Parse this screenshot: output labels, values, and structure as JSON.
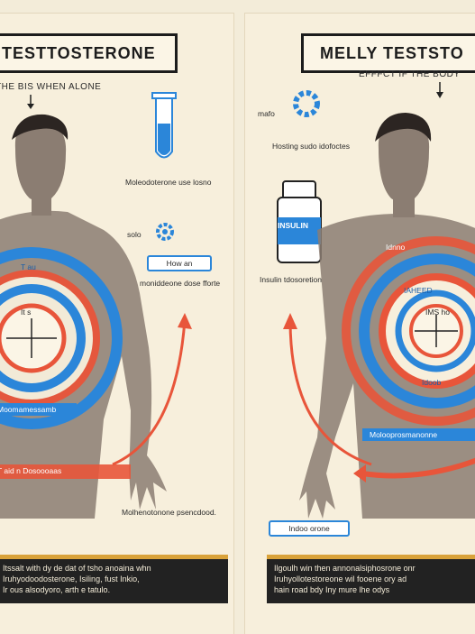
{
  "left": {
    "title": "TESTTOSTERONE",
    "subtitle": "THE BIS WHEN ALONE",
    "vial_caption": "Moleodoterone use losno",
    "gear_label": "solo",
    "pill_label": "How an",
    "side_caption": "moniddeone dose fforte",
    "ring_top": "T au",
    "ring_center": "It s",
    "ring_lower": "Moomamessamb",
    "ring_band": "T aid n Dosoooaas",
    "bottom_caption": "Molhenotonone psencdood.",
    "footer_lines": [
      "Itssalt with dy de dat of tsho anoaina whn",
      "Iruhyodoodosterone, Isiling, fust Inkio,",
      "Ir ous alsodyoro, arth e tatulo."
    ]
  },
  "right": {
    "title": "MELLY TESTSTO",
    "subtitle": "EFFFCT IF THE BODY",
    "gear_label": "mafo",
    "gear_caption": "Hosting sudo idofoctes",
    "bottle_label": "INSULIN",
    "insulin_caption": "Insulin tdosoretion",
    "ring_top": "Idnno",
    "ring_mid": "IAHEED",
    "ring_center": "IMS ho",
    "ring_lower": "Idoob",
    "ring_band": "Molooprosmanonne",
    "pill_label": "Indoo orone",
    "footer_lines": [
      "Ilgoulh win then annonalsiphosrone onr",
      "Iruhyollotestoreone wil fooene ory ad",
      "hain road bdy Iny mure lhe odys"
    ]
  },
  "colors": {
    "background": "#f3ecd9",
    "blue": "#2b86d9",
    "red": "#e8553a",
    "skin": "#8b7d72",
    "dark": "#222222"
  },
  "icons": [
    "down-arrow-icon",
    "test-tube-icon",
    "gear-icon",
    "pill-bottle-icon",
    "curved-arrow-icon"
  ]
}
